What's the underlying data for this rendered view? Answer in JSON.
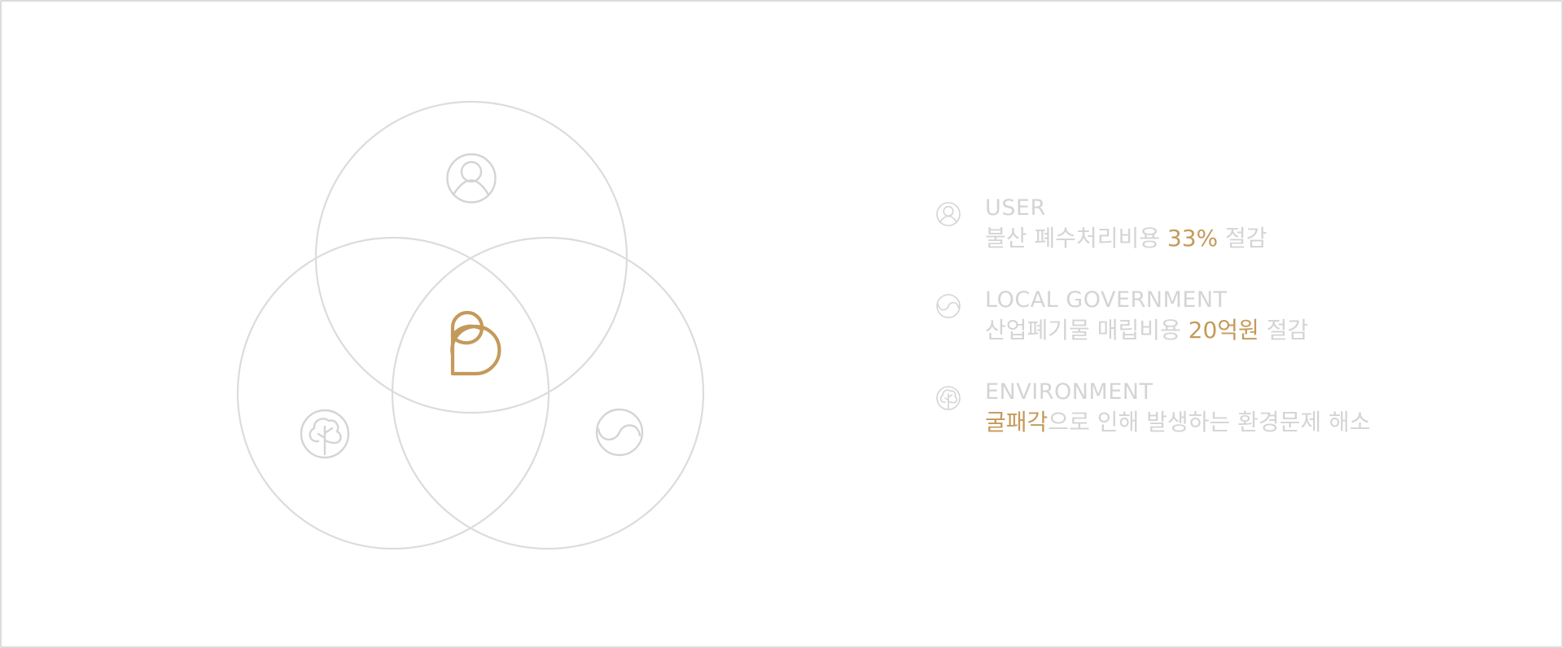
{
  "colors": {
    "accent": "#c49a5a",
    "muted": "#d4d4d4",
    "circle_stroke": "#dcdcdc",
    "background": "#ffffff"
  },
  "venn": {
    "center_icon": "brand-logo-icon",
    "circles": [
      {
        "id": "user",
        "icon": "user-icon"
      },
      {
        "id": "local-government",
        "icon": "tree-icon"
      },
      {
        "id": "environment",
        "icon": "wave-icon"
      }
    ]
  },
  "items": [
    {
      "icon": "user-icon",
      "title": "USER",
      "desc_before": "불산 폐수처리비용 ",
      "desc_highlight": "33%",
      "desc_after": " 절감"
    },
    {
      "icon": "wave-icon",
      "title": "LOCAL GOVERNMENT",
      "desc_before": "산업폐기물 매립비용 ",
      "desc_highlight": "20억원",
      "desc_after": " 절감"
    },
    {
      "icon": "tree-icon",
      "title": "ENVIRONMENT",
      "desc_before": "",
      "desc_highlight": "굴패각",
      "desc_after": "으로 인해 발생하는 환경문제 해소"
    }
  ]
}
